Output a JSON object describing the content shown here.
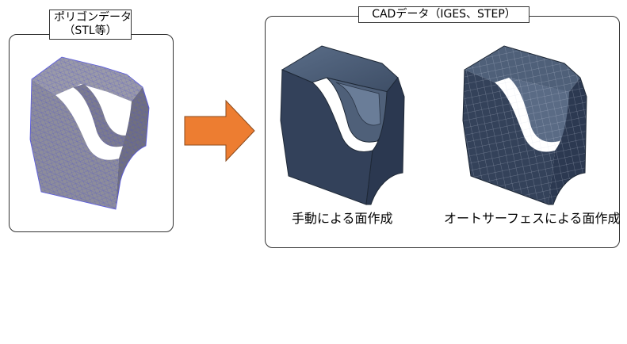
{
  "left_panel": {
    "title_line1": "ポリゴンデータ",
    "title_line2": "（STL等）"
  },
  "right_panel": {
    "title": "CADデータ（IGES、STEP）",
    "caption_manual": "手動による面作成",
    "caption_surface": "オートサーフェスによる面作成"
  },
  "colors": {
    "arrow": "#ED7D31",
    "polygon_model": "#8A8A9C",
    "polygon_edges": "#5A5AE0",
    "cad_model": "#3C4B62"
  }
}
